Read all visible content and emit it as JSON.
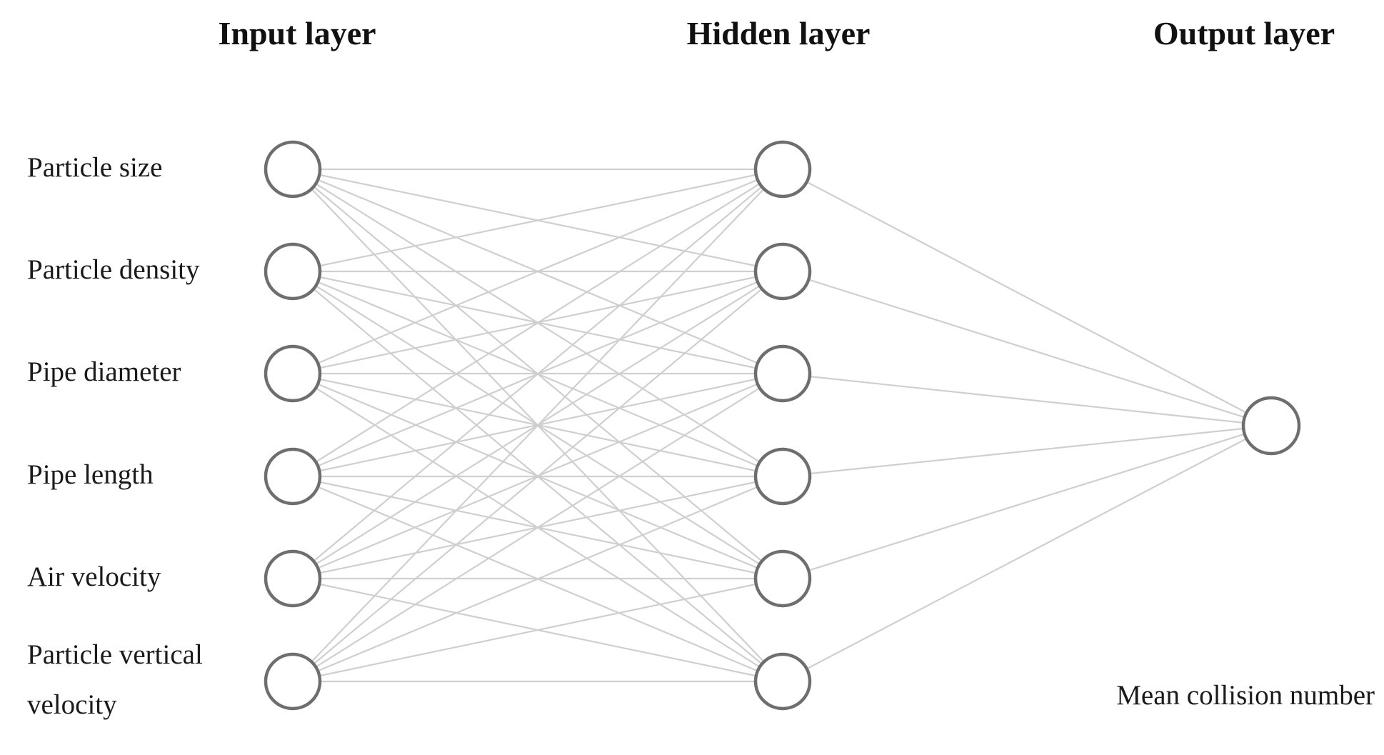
{
  "layers": {
    "input_title": "Input layer",
    "hidden_title": "Hidden layer",
    "output_title": "Output layer"
  },
  "inputs": [
    {
      "label": [
        "Particle size"
      ]
    },
    {
      "label": [
        "Particle density"
      ]
    },
    {
      "label": [
        "Pipe diameter"
      ]
    },
    {
      "label": [
        "Pipe length"
      ]
    },
    {
      "label": [
        "Air velocity"
      ]
    },
    {
      "label": [
        "Particle vertical",
        "velocity"
      ]
    }
  ],
  "hidden_node_count": 6,
  "output": {
    "label": "Mean collision number"
  },
  "colors": {
    "edge": "#cfcfcf",
    "node_stroke": "#6e6e6e",
    "text": "#111111"
  }
}
